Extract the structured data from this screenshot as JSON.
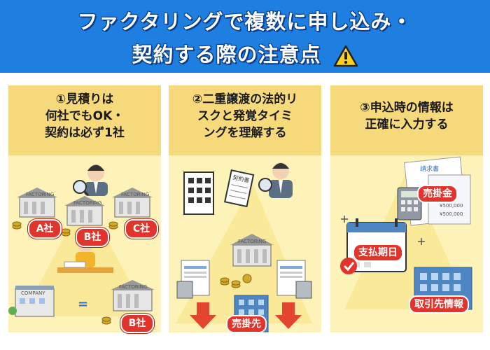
{
  "header": {
    "line1": "ファクタリングで複数に申し込み・",
    "line2": "契約する際の注意点",
    "bg_color": "#1f7fe0"
  },
  "panels": [
    {
      "title": "①見積りは\n何社でもOK・\n契約は必ず1社",
      "labels": {
        "a": "A社",
        "b": "B社",
        "c": "C社",
        "b2": "B社",
        "factoring": "FACTORING",
        "company": "COMPANY",
        "equals": "="
      }
    },
    {
      "title": "②二重譲渡の法的リ\nスクと発覚タイミ\nングを理解する",
      "labels": {
        "contract": "契約書",
        "factoring": "FACTORING",
        "receivable": "売掛先"
      }
    },
    {
      "title": "③申込時の情報は\n正確に入力する",
      "labels": {
        "invoice": "請求書",
        "receivable_amount": "売掛金",
        "due_date": "支払期日",
        "client_info": "取引先情報",
        "amount1": "¥500,000",
        "amount2": "¥500,000"
      }
    }
  ],
  "colors": {
    "panel_bg": "#fdf3b8",
    "panel_head": "#f5d97a",
    "accent_red": "#e0342c",
    "beam": "#fbe99a"
  }
}
